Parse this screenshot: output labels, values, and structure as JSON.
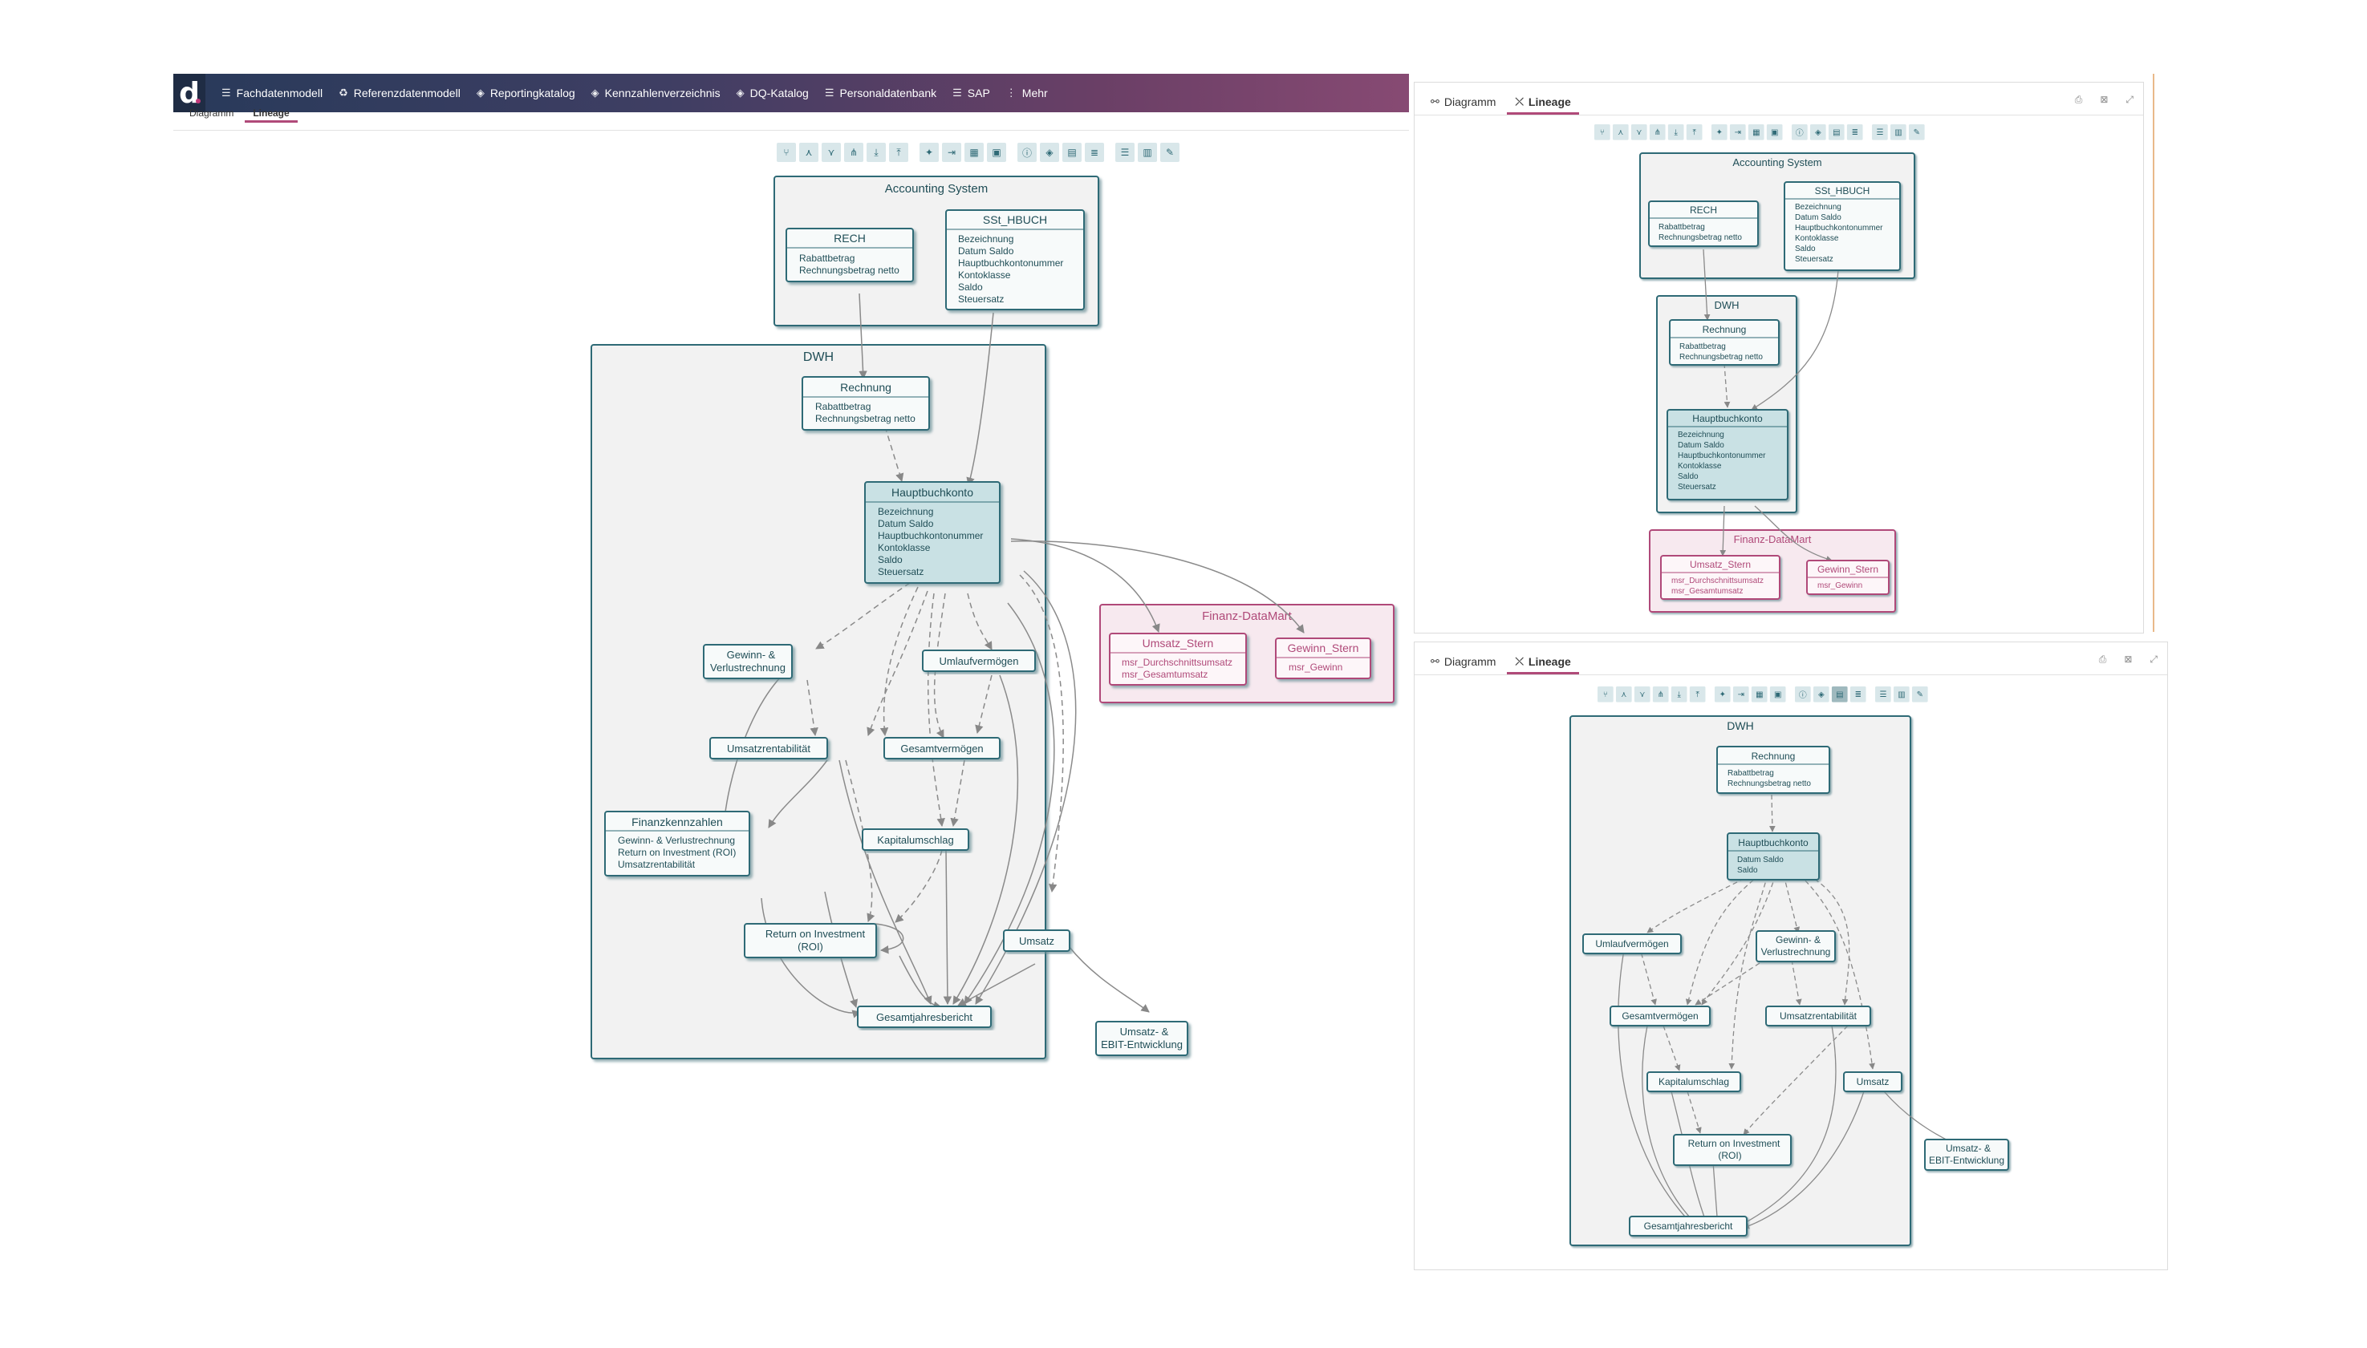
{
  "nav": {
    "logo": "d",
    "items": [
      {
        "icon": "database-icon",
        "label": "Fachdatenmodell"
      },
      {
        "icon": "recycle-icon",
        "label": "Referenzdatenmodell"
      },
      {
        "icon": "shield-icon",
        "label": "Reportingkatalog"
      },
      {
        "icon": "shield-icon",
        "label": "Kennzahlenverzeichnis"
      },
      {
        "icon": "shield-icon",
        "label": "DQ-Katalog"
      },
      {
        "icon": "database-icon",
        "label": "Personaldatenbank"
      },
      {
        "icon": "database-icon",
        "label": "SAP"
      },
      {
        "icon": "more-icon",
        "label": "Mehr"
      }
    ]
  },
  "tabs": {
    "diagram": "Diagramm",
    "lineage": "Lineage"
  },
  "colors": {
    "teal": "#2f6a76",
    "teal_fill": "#c9e1e4",
    "magenta": "#b04a79",
    "magenta_fill": "#f7e9ef",
    "box_bg": "#f2f2f2"
  },
  "diagram1": {
    "accounting": {
      "title": "Accounting System",
      "rech": {
        "title": "RECH",
        "items": [
          "Rabattbetrag",
          "Rechnungsbetrag netto"
        ]
      },
      "sst": {
        "title": "SSt_HBUCH",
        "items": [
          "Bezeichnung",
          "Datum Saldo",
          "Hauptbuchkontonummer",
          "Kontoklasse",
          "Saldo",
          "Steuersatz"
        ]
      }
    },
    "dwh": {
      "title": "DWH",
      "rechnung": {
        "title": "Rechnung",
        "items": [
          "Rabattbetrag",
          "Rechnungsbetrag netto"
        ]
      },
      "hauptbuch": {
        "title": "Hauptbuchkonto",
        "items": [
          "Bezeichnung",
          "Datum Saldo",
          "Hauptbuchkontonummer",
          "Kontoklasse",
          "Saldo",
          "Steuersatz"
        ]
      },
      "gewinn": [
        "Gewinn- &",
        "Verlustrechnung"
      ],
      "umlauf": "Umlaufvermögen",
      "umsatzrent": "Umsatzrentabilität",
      "gesamtverm": "Gesamtvermögen",
      "finanz": {
        "title": "Finanzkennzahlen",
        "items": [
          "Gewinn- & Verlustrechnung",
          "Return on Investment (ROI)",
          "Umsatzrentabilität"
        ]
      },
      "kapital": "Kapitalumschlag",
      "roi": [
        "Return on Investment",
        "(ROI)"
      ],
      "umsatz": "Umsatz",
      "gesamtjahr": "Gesamtjahresbericht"
    },
    "finanzmart": {
      "title": "Finanz-DataMart",
      "umsatz_stern": {
        "title": "Umsatz_Stern",
        "items": [
          "msr_Durchschnittsumsatz",
          "msr_Gesamtumsatz"
        ]
      },
      "gewinn_stern": {
        "title": "Gewinn_Stern",
        "items": [
          "msr_Gewinn"
        ]
      }
    },
    "ebit": [
      "Umsatz- &",
      "EBIT-Entwicklung"
    ]
  },
  "diagram2": {
    "accounting": "Accounting System",
    "rech": {
      "title": "RECH",
      "items": [
        "Rabattbetrag",
        "Rechnungsbetrag netto"
      ]
    },
    "sst": {
      "title": "SSt_HBUCH",
      "items": [
        "Bezeichnung",
        "Datum Saldo",
        "Hauptbuchkontonummer",
        "Kontoklasse",
        "Saldo",
        "Steuersatz"
      ]
    },
    "dwh": "DWH",
    "rechnung": {
      "title": "Rechnung",
      "items": [
        "Rabattbetrag",
        "Rechnungsbetrag netto"
      ]
    },
    "hauptbuch": {
      "title": "Hauptbuchkonto",
      "items": [
        "Bezeichnung",
        "Datum Saldo",
        "Hauptbuchkontonummer",
        "Kontoklasse",
        "Saldo",
        "Steuersatz"
      ]
    },
    "finanzmart": "Finanz-DataMart",
    "umsatz_stern": {
      "title": "Umsatz_Stern",
      "items": [
        "msr_Durchschnittsumsatz",
        "msr_Gesamtumsatz"
      ]
    },
    "gewinn_stern": {
      "title": "Gewinn_Stern",
      "items": [
        "msr_Gewinn"
      ]
    }
  },
  "diagram3": {
    "dwh": "DWH",
    "rechnung": {
      "title": "Rechnung",
      "items": [
        "Rabattbetrag",
        "Rechnungsbetrag netto"
      ]
    },
    "hauptbuch": {
      "title": "Hauptbuchkonto",
      "items": [
        "Datum Saldo",
        "Saldo"
      ]
    },
    "umlauf": "Umlaufvermögen",
    "gewinn": [
      "Gewinn- &",
      "Verlustrechnung"
    ],
    "gesamtverm": "Gesamtvermögen",
    "umsatzrent": "Umsatzrentabilität",
    "kapital": "Kapitalumschlag",
    "umsatz": "Umsatz",
    "roi": [
      "Return on Investment",
      "(ROI)"
    ],
    "gesamtjahr": "Gesamtjahresbericht",
    "ebit": [
      "Umsatz- &",
      "EBIT-Entwicklung"
    ]
  }
}
